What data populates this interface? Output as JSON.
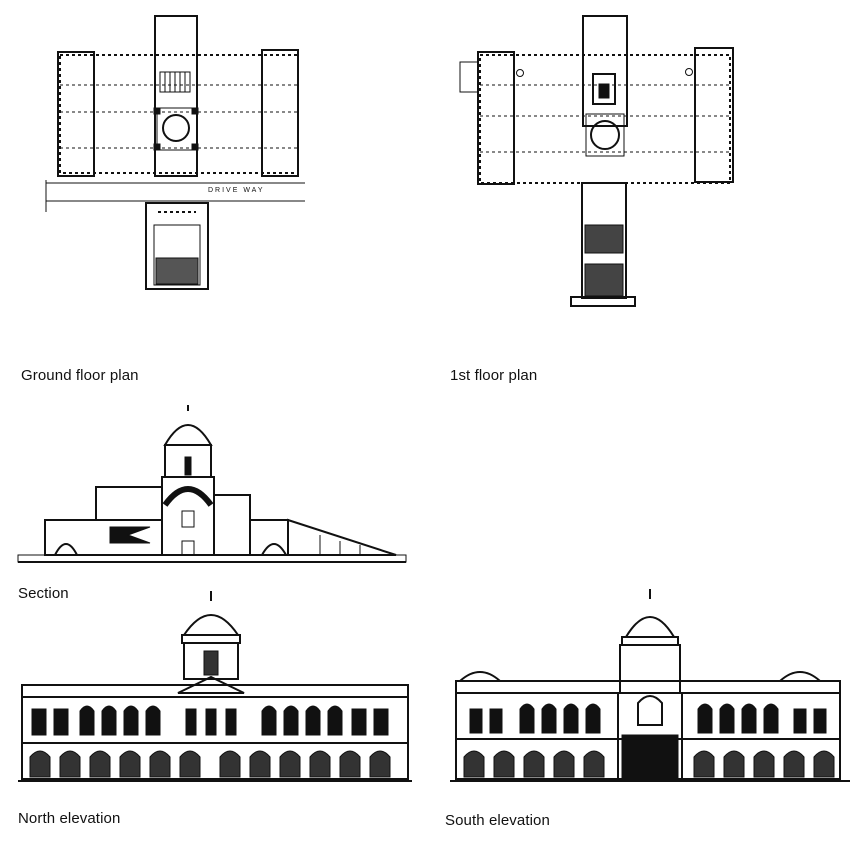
{
  "drawings": {
    "ground_floor": {
      "caption": "Ground floor plan",
      "driveway_label": "DRIVE WAY"
    },
    "first_floor": {
      "caption": "1st floor plan"
    },
    "section": {
      "caption": "Section"
    },
    "north": {
      "caption": "North elevation"
    },
    "south": {
      "caption": "South elevation"
    }
  }
}
